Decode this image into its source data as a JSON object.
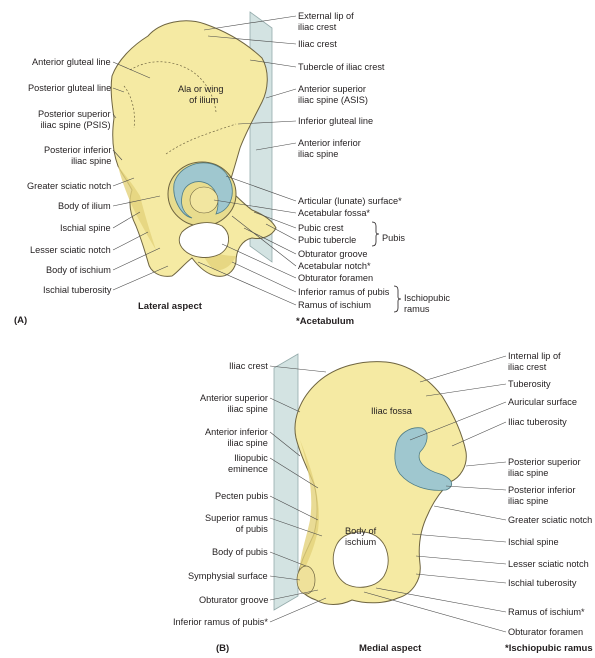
{
  "panel_a": {
    "panel_label": "(A)",
    "aspect_caption": "Lateral aspect",
    "footnote": "*Acetabulum",
    "bone_text": [
      "Ala or wing",
      "of ilium"
    ],
    "left_labels": [
      {
        "text": "Anterior gluteal line"
      },
      {
        "text": "Posterior gluteal line"
      },
      {
        "text": "Posterior superior\niliac spine  (PSIS)"
      },
      {
        "text": "Posterior inferior\niliac spine"
      },
      {
        "text": "Greater sciatic notch"
      },
      {
        "text": "Body of ilium"
      },
      {
        "text": "Ischial spine"
      },
      {
        "text": "Lesser sciatic notch"
      },
      {
        "text": "Body of ischium"
      },
      {
        "text": "Ischial tuberosity"
      }
    ],
    "right_labels": [
      {
        "text": "External lip of\niliac crest"
      },
      {
        "text": "Iliac crest"
      },
      {
        "text": "Tubercle of iliac crest"
      },
      {
        "text": "Anterior superior\niliac spine (ASIS)"
      },
      {
        "text": "Inferior gluteal line"
      },
      {
        "text": "Anterior inferior\niliac spine"
      },
      {
        "text": "Articular (lunate) surface*"
      },
      {
        "text": "Acetabular fossa*"
      },
      {
        "text": "Pubic crest"
      },
      {
        "text": "Pubic tubercle"
      },
      {
        "text": "Obturator groove"
      },
      {
        "text": "Acetabular notch*"
      },
      {
        "text": "Obturator foramen"
      },
      {
        "text": "Inferior ramus of pubis"
      },
      {
        "text": "Ramus of ischium"
      }
    ],
    "group_pubis": "Pubis",
    "group_ischiopubic": "Ischiopubic\nramus"
  },
  "panel_b": {
    "panel_label": "(B)",
    "aspect_caption": "Medial aspect",
    "footnote": "*Ischiopubic ramus",
    "bone_text_fossa": "Iliac fossa",
    "bone_text_body": [
      "Body of",
      "ischium"
    ],
    "left_labels": [
      {
        "text": "Iliac crest"
      },
      {
        "text": "Anterior superior\niliac spine"
      },
      {
        "text": "Anterior inferior\niliac spine"
      },
      {
        "text": "Iliopubic\neminence"
      },
      {
        "text": "Pecten pubis"
      },
      {
        "text": "Superior ramus\nof pubis"
      },
      {
        "text": "Body of pubis"
      },
      {
        "text": "Symphysial surface"
      },
      {
        "text": "Obturator groove"
      },
      {
        "text": "Inferior ramus of pubis*"
      }
    ],
    "right_labels": [
      {
        "text": "Internal lip of\niliac crest"
      },
      {
        "text": "Tuberosity"
      },
      {
        "text": "Auricular surface"
      },
      {
        "text": "Iliac tuberosity"
      },
      {
        "text": "Posterior superior\niliac spine"
      },
      {
        "text": "Posterior inferior\niliac spine"
      },
      {
        "text": "Greater sciatic notch"
      },
      {
        "text": "Ischial spine"
      },
      {
        "text": "Lesser sciatic notch"
      },
      {
        "text": "Ischial tuberosity"
      },
      {
        "text": "Ramus of ischium*"
      },
      {
        "text": "Obturator foramen"
      }
    ]
  },
  "colors": {
    "bone": "#f5eaa3",
    "bone_shadow": "#e3d27a",
    "bone_outline": "#6e6440",
    "cartilage": "#9fc7cf",
    "plane": "#cfe0df",
    "leader": "#4a4a4a"
  }
}
